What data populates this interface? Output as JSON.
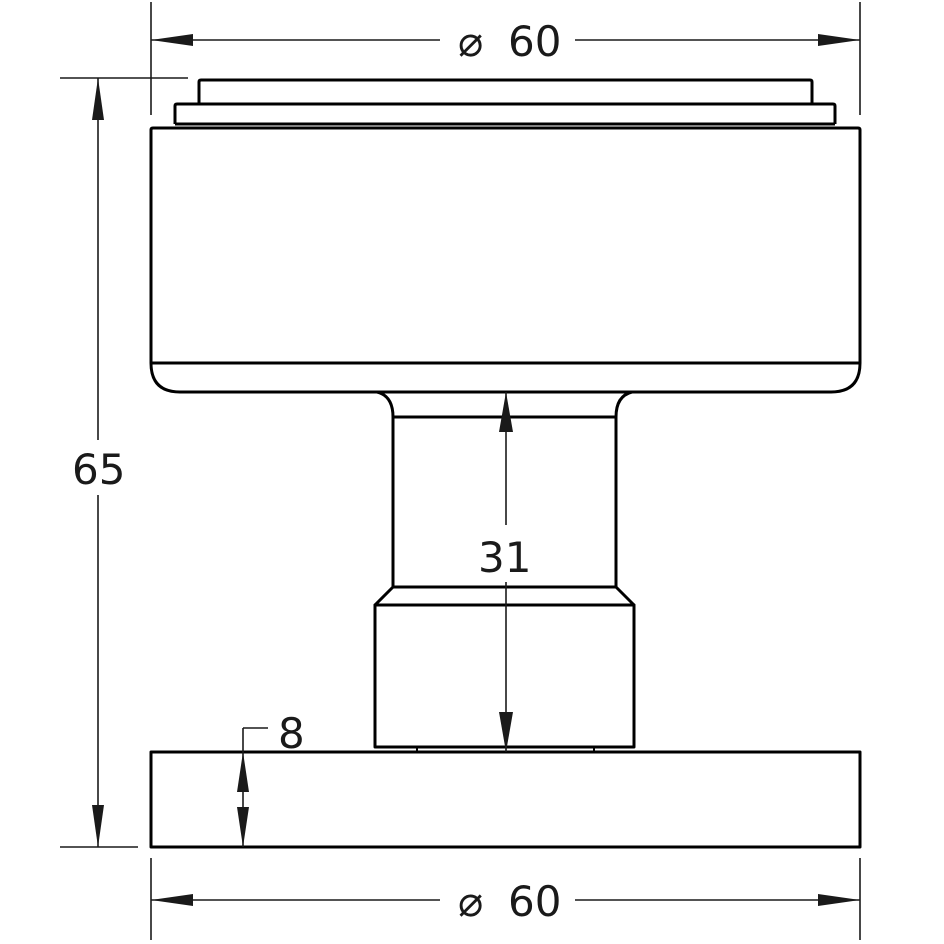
{
  "drawing": {
    "dimensions": {
      "top_diameter": {
        "symbol": "⌀",
        "value": "60"
      },
      "overall_height": {
        "value": "65"
      },
      "stem_height": {
        "value": "31"
      },
      "base_thickness": {
        "value": "8"
      },
      "base_diameter": {
        "symbol": "⌀",
        "value": "60"
      }
    }
  }
}
